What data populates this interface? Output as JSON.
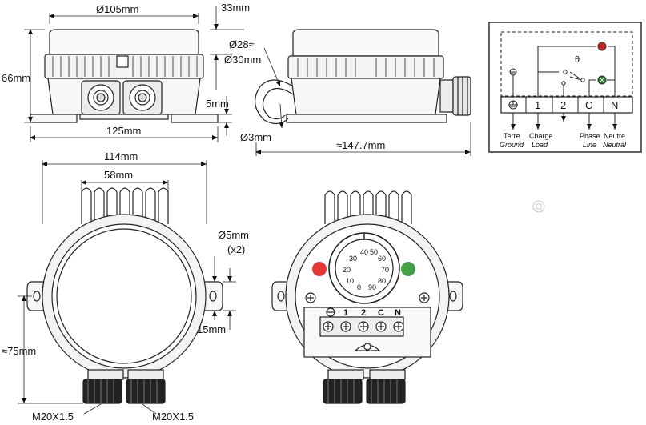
{
  "top_front": {
    "diameter": "Ø105mm",
    "height_right": "33mm",
    "height": "66mm",
    "width": "125mm",
    "foot": "5mm"
  },
  "top_side": {
    "dia_top": "Ø28≈",
    "dia_bottom": "Ø30mm",
    "hole": "Ø3mm",
    "length": "≈147.7mm"
  },
  "wiring": {
    "terminals": [
      "1",
      "2",
      "C",
      "N"
    ],
    "angle": "θ",
    "labels": [
      {
        "fr": "Terre",
        "en": "Ground"
      },
      {
        "fr": "Charge",
        "en": "Load"
      },
      {
        "fr": "Phase",
        "en": "Line"
      },
      {
        "fr": "Neutre",
        "en": "Neutral"
      }
    ],
    "colors": {
      "red_lamp": "#c62828",
      "green_lamp": "#2e7d32"
    }
  },
  "bottom_left": {
    "width": "114mm",
    "inner": "58mm",
    "hole": "Ø5mm",
    "hole_count": "(x2)",
    "hole_offset": "15mm",
    "depth": "≈75mm",
    "gland_left": "M20X1.5",
    "gland_right": "M20X1.5"
  },
  "bottom_right": {
    "terminals": [
      "1",
      "2",
      "C",
      "N"
    ],
    "dial_numbers": [
      "40",
      "30",
      "20",
      "10",
      "0",
      "50",
      "60",
      "70",
      "80",
      "90"
    ],
    "colors": {
      "red_lamp": "#e53935",
      "green_lamp": "#43a047"
    }
  }
}
